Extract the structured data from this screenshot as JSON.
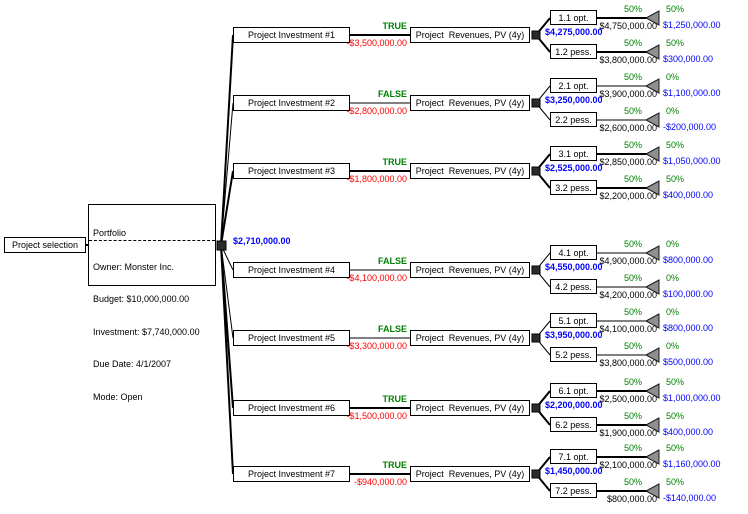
{
  "root": {
    "label": "Project selection"
  },
  "portfolio": {
    "title": "Portfolio",
    "owner": "Owner: Monster Inc.",
    "budget": "Budget: $10,000,000.00",
    "investment": "Investment: $7,740,000.00",
    "due_date": "Due Date: 4/1/2007",
    "mode": "Mode: Open",
    "expected_value": "$2,710,000.00"
  },
  "colors": {
    "probability_green": "#008000",
    "cost_red": "#ff0000",
    "value_blue": "#0000ff",
    "end_node_gray": "#8f8f8f"
  },
  "branches": [
    {
      "label": "Project Investment #1",
      "decision": "TRUE",
      "cost": "-$3,500,000.00",
      "revenue_label": "Project  Revenues, PV (4y)",
      "expected_value": "$4,275,000.00",
      "leaves": [
        {
          "label": "1.1 opt.",
          "probability": "50%",
          "payoff": "$4,750,000.00",
          "end_probability": "50%",
          "end_value": "$1,250,000.00"
        },
        {
          "label": "1.2 pess.",
          "probability": "50%",
          "payoff": "$3,800,000.00",
          "end_probability": "50%",
          "end_value": "$300,000.00"
        }
      ]
    },
    {
      "label": "Project Investment #2",
      "decision": "FALSE",
      "cost": "-$2,800,000.00",
      "revenue_label": "Project  Revenues, PV (4y)",
      "expected_value": "$3,250,000.00",
      "leaves": [
        {
          "label": "2.1 opt.",
          "probability": "50%",
          "payoff": "$3,900,000.00",
          "end_probability": "0%",
          "end_value": "$1,100,000.00"
        },
        {
          "label": "2.2 pess.",
          "probability": "50%",
          "payoff": "$2,600,000.00",
          "end_probability": "0%",
          "end_value": "-$200,000.00"
        }
      ]
    },
    {
      "label": "Project Investment #3",
      "decision": "TRUE",
      "cost": "-$1,800,000.00",
      "revenue_label": "Project  Revenues, PV (4y)",
      "expected_value": "$2,525,000.00",
      "leaves": [
        {
          "label": "3.1 opt.",
          "probability": "50%",
          "payoff": "$2,850,000.00",
          "end_probability": "50%",
          "end_value": "$1,050,000.00"
        },
        {
          "label": "3.2 pess.",
          "probability": "50%",
          "payoff": "$2,200,000.00",
          "end_probability": "50%",
          "end_value": "$400,000.00"
        }
      ]
    },
    {
      "label": "Project Investment #4",
      "decision": "FALSE",
      "cost": "-$4,100,000.00",
      "revenue_label": "Project  Revenues, PV (4y)",
      "expected_value": "$4,550,000.00",
      "leaves": [
        {
          "label": "4.1 opt.",
          "probability": "50%",
          "payoff": "$4,900,000.00",
          "end_probability": "0%",
          "end_value": "$800,000.00"
        },
        {
          "label": "4.2 pess.",
          "probability": "50%",
          "payoff": "$4,200,000.00",
          "end_probability": "0%",
          "end_value": "$100,000.00"
        }
      ]
    },
    {
      "label": "Project Investment #5",
      "decision": "FALSE",
      "cost": "-$3,300,000.00",
      "revenue_label": "Project  Revenues, PV (4y)",
      "expected_value": "$3,950,000.00",
      "leaves": [
        {
          "label": "5.1 opt.",
          "probability": "50%",
          "payoff": "$4,100,000.00",
          "end_probability": "0%",
          "end_value": "$800,000.00"
        },
        {
          "label": "5.2 pess.",
          "probability": "50%",
          "payoff": "$3,800,000.00",
          "end_probability": "0%",
          "end_value": "$500,000.00"
        }
      ]
    },
    {
      "label": "Project Investment #6",
      "decision": "TRUE",
      "cost": "-$1,500,000.00",
      "revenue_label": "Project  Revenues, PV (4y)",
      "expected_value": "$2,200,000.00",
      "leaves": [
        {
          "label": "6.1 opt.",
          "probability": "50%",
          "payoff": "$2,500,000.00",
          "end_probability": "50%",
          "end_value": "$1,000,000.00"
        },
        {
          "label": "6.2 pess.",
          "probability": "50%",
          "payoff": "$1,900,000.00",
          "end_probability": "50%",
          "end_value": "$400,000.00"
        }
      ]
    },
    {
      "label": "Project Investment #7",
      "decision": "TRUE",
      "cost": "-$940,000.00",
      "revenue_label": "Project  Revenues, PV (4y)",
      "expected_value": "$1,450,000.00",
      "leaves": [
        {
          "label": "7.1 opt.",
          "probability": "50%",
          "payoff": "$2,100,000.00",
          "end_probability": "50%",
          "end_value": "$1,160,000.00"
        },
        {
          "label": "7.2 pess.",
          "probability": "50%",
          "payoff": "$800,000.00",
          "end_probability": "50%",
          "end_value": "-$140,000.00"
        }
      ]
    }
  ]
}
